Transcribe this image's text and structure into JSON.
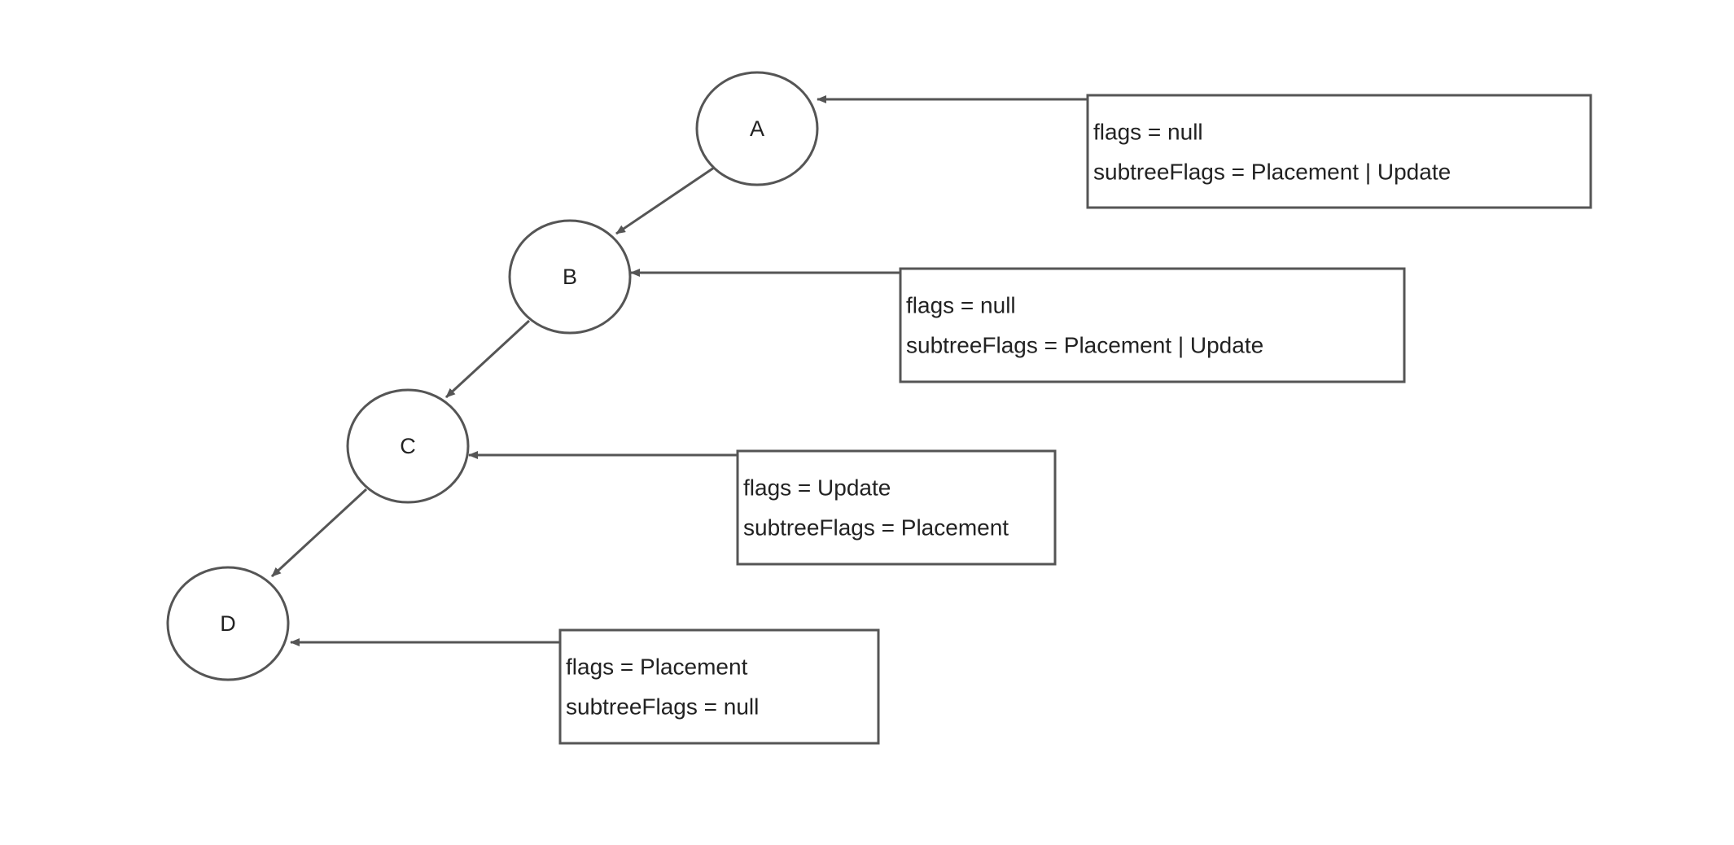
{
  "colors": {
    "stroke": "#555555",
    "text": "#222222",
    "background": "#ffffff"
  },
  "nodes": [
    {
      "id": "A",
      "label": "A"
    },
    {
      "id": "B",
      "label": "B"
    },
    {
      "id": "C",
      "label": "C"
    },
    {
      "id": "D",
      "label": "D"
    }
  ],
  "edges": [
    {
      "from": "A",
      "to": "B"
    },
    {
      "from": "B",
      "to": "C"
    },
    {
      "from": "C",
      "to": "D"
    }
  ],
  "notes": [
    {
      "target": "A",
      "flags": "flags = null",
      "subtree_flags": "subtreeFlags = Placement | Update"
    },
    {
      "target": "B",
      "flags": "flags = null",
      "subtree_flags": "subtreeFlags = Placement | Update"
    },
    {
      "target": "C",
      "flags": "flags = Update",
      "subtree_flags": "subtreeFlags = Placement"
    },
    {
      "target": "D",
      "flags": "flags = Placement",
      "subtree_flags": "subtreeFlags = null"
    }
  ]
}
